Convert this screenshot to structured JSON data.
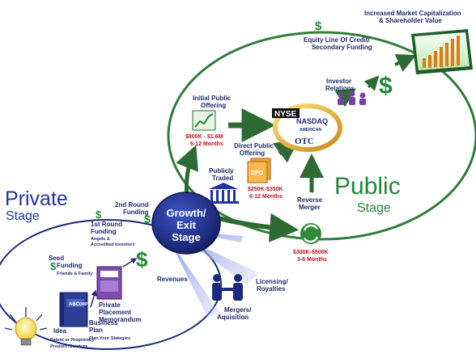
{
  "colors": {
    "stage_blue": "#23359a",
    "ellipse_green": "#2e7d3a",
    "money_green": "#1f8a3a",
    "cost_red": "#c0141c",
    "hub_navy": "#1b2a7a"
  },
  "private": {
    "title": "Private",
    "subtitle": "Stage"
  },
  "public": {
    "title": "Public",
    "subtitle": "Stage"
  },
  "hub": {
    "line1": "Growth/",
    "line2": "Exit",
    "line3": "Stage"
  },
  "steps": {
    "idea": {
      "title": "Idea",
      "sub1": "Patent or Proprietary",
      "sub2": "Product /Services"
    },
    "business_plan": {
      "title1": "Business",
      "title2": "Plan",
      "sub": "Plan Your Stategies"
    },
    "seed": {
      "title1": "Seed",
      "title2": "Funding",
      "sub": "Friends & Family"
    },
    "ppm": {
      "line1": "Private",
      "line2": "Placement",
      "line3": "Memorandum"
    },
    "first_round": {
      "title1": "1st Round",
      "title2": "Funding",
      "sub1": "Angels &",
      "sub2": "Accredited Investors"
    },
    "second_round": {
      "title1": "2nd Round",
      "title2": "Funding"
    },
    "revenues": {
      "label": "Revenues"
    },
    "licensing": {
      "line1": "Licensing/",
      "line2": "Royalties"
    },
    "mergers": {
      "line1": "Mergers/",
      "line2": "Aquisition"
    },
    "ipo": {
      "title1": "Initial Public",
      "title2": "Offering",
      "cost": "$800K - $1.6M",
      "time": "6-12 Months"
    },
    "dpo": {
      "title1": "Direct Public",
      "title2": "Offering",
      "cost": "$250K-$350K",
      "time": "6-12 Months",
      "badge": "DPO"
    },
    "publicly_traded": {
      "line1": "Publicly",
      "line2": "Traded"
    },
    "reverse_merger": {
      "line1": "Reverse",
      "line2": "Merger",
      "cost": "$300K-$500K",
      "time": "3-6 Months"
    },
    "exchanges": {
      "nyse": "NYSE",
      "nasdaq": "NASDAQ",
      "amex": "AMERICAN",
      "otc": "OTC"
    },
    "investor_relations": {
      "line1": "Investor",
      "line2": "Relations"
    },
    "equity_line": {
      "line1": "Equity Line Of Credit/",
      "line2": "Secondary Funding"
    },
    "market_cap": {
      "line1": "Increased Market Capitalization",
      "line2": "& Shareholder Value"
    },
    "abc_corp": {
      "label": "ABC",
      "label2": "CORP"
    }
  },
  "icons": {
    "dollar": "$",
    "bulb": "light-bulb-icon",
    "book": "business-plan-book-icon",
    "document": "ppm-document-icon",
    "chart": "market-cap-chart-icon",
    "building": "exchange-building-icon",
    "handshake": "handshake-icon",
    "people": "investor-people-icon",
    "recycle": "reverse-merger-arrows-icon"
  }
}
